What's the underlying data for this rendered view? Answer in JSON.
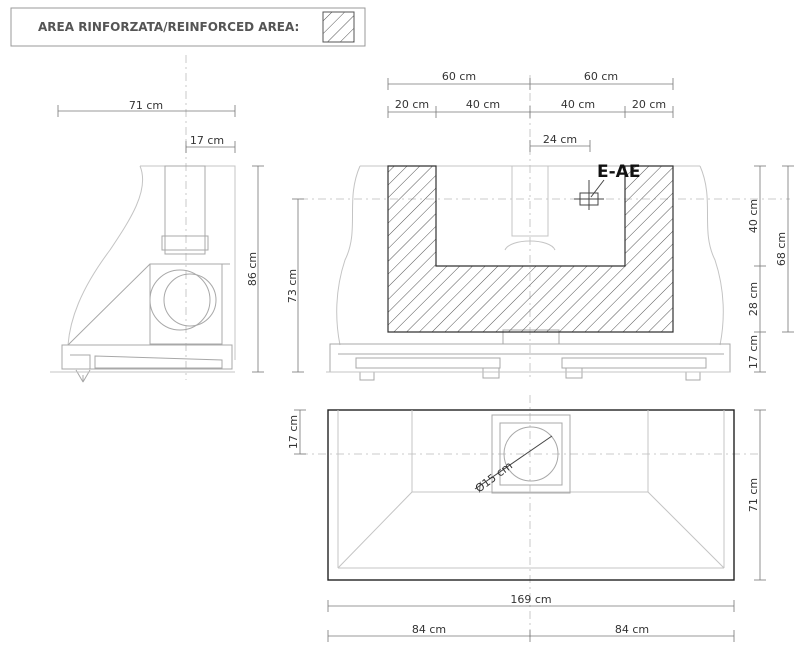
{
  "legend": {
    "label": "AREA RINFORZATA/REINFORCED AREA:"
  },
  "side_view": {
    "width": "71 cm",
    "flue_offset": "17 cm",
    "height": "86 cm"
  },
  "front_view": {
    "half_left": "60 cm",
    "half_right": "60 cm",
    "seg_1": "20 cm",
    "seg_2": "40 cm",
    "seg_3": "40 cm",
    "seg_4": "20 cm",
    "fix_offset": "24 cm",
    "tag": "E-AE",
    "h_upper": "40 cm",
    "h_lower": "28 cm",
    "h_total": "68 cm",
    "h_base": "17 cm",
    "h_hood": "73 cm"
  },
  "top_view": {
    "depth_offset": "17 cm",
    "flue_diameter": "Ø15 cm",
    "depth": "71 cm",
    "total_width": "169 cm",
    "half_left": "84 cm",
    "half_right": "84 cm"
  },
  "colors": {
    "line": "#444444",
    "faint": "#c4c4c4",
    "hatch": "#555555"
  }
}
